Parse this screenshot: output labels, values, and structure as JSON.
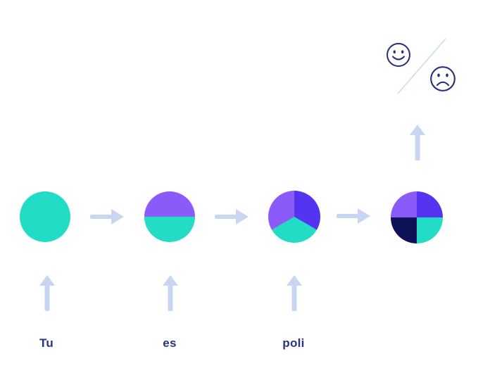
{
  "colors": {
    "teal": "#23DCC5",
    "purple": "#8B5BFA",
    "indigo": "#5434F0",
    "navy": "#0D1155",
    "arrow": "#C9D6F2",
    "ink": "#272D7E",
    "divider": "#C9DCF8",
    "text": "#28357E"
  },
  "states": [
    {
      "segments": [
        "#23DCC5"
      ]
    },
    {
      "segments": [
        "#8B5BFA",
        "#23DCC5"
      ]
    },
    {
      "segments": [
        "#5434F0",
        "#23DCC5",
        "#8B5BFA"
      ]
    },
    {
      "segments": [
        "#5434F0",
        "#23DCC5",
        "#0D1155",
        "#8B5BFA"
      ]
    }
  ],
  "tokens": [
    {
      "label": "Tu"
    },
    {
      "label": "es"
    },
    {
      "label": "poli"
    }
  ],
  "output_icons": [
    "happy-face-icon",
    "sad-face-icon"
  ]
}
